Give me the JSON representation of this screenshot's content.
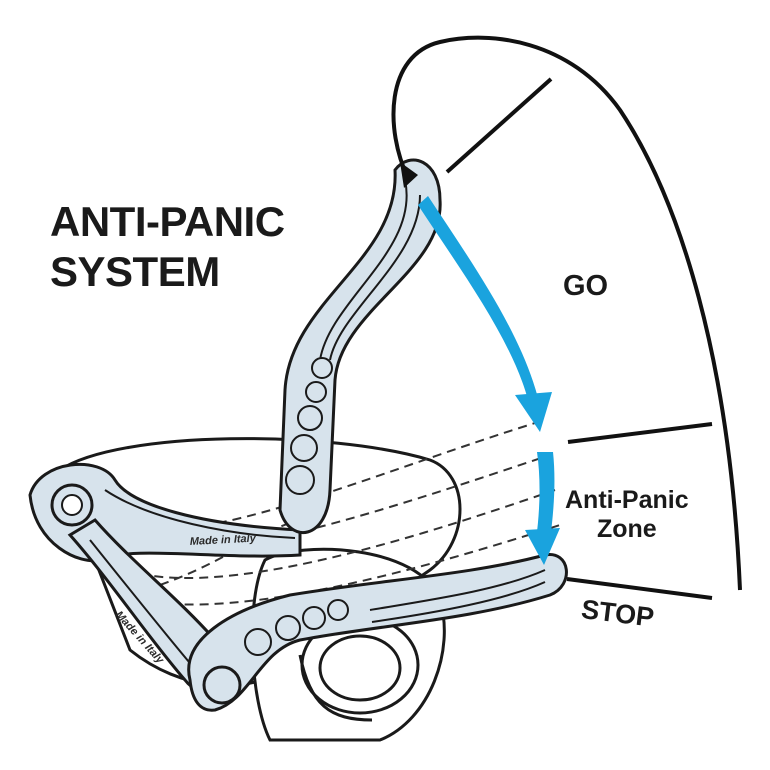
{
  "title": {
    "line1": "ANTI-PANIC",
    "line2": "SYSTEM"
  },
  "zones": {
    "go": "GO",
    "anti_panic": "Anti-Panic\nZone",
    "stop": "STOP"
  },
  "engravings": {
    "upper": "Made in Italy",
    "lower": "Made in Italy"
  },
  "colors": {
    "arrow": "#1aa3de",
    "device_fill": "#d7e3ec",
    "outline": "#1a1a1a",
    "background": "#ffffff"
  }
}
